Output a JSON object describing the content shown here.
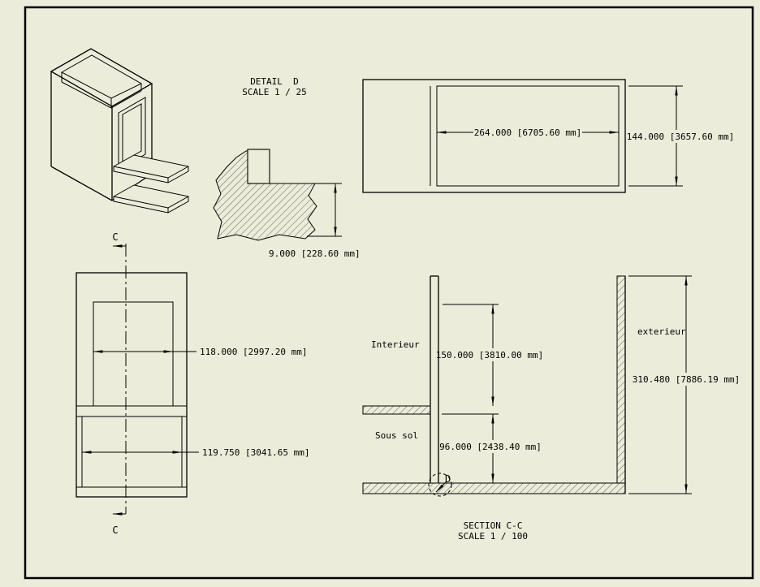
{
  "colors": {
    "background": "#ECECDA",
    "line": "#000000"
  },
  "detail_view": {
    "title": "DETAIL  D",
    "scale_label": "SCALE 1 / 25",
    "dim_slab_thickness": "9.000 [228.60 mm]"
  },
  "plan_view": {
    "dim_inner_width": "264.000 [6705.60 mm]",
    "dim_inner_height": "144.000 [3657.60 mm]"
  },
  "elevation_view": {
    "section_marker": "C",
    "dim_opening_width": "118.000 [2997.20 mm]",
    "dim_lower_width": "119.750 [3041.65 mm]"
  },
  "section_view": {
    "title": "SECTION C-C",
    "scale_label": "SCALE 1 / 100",
    "label_interior": "Interieur",
    "label_exterior": "exterieur",
    "label_basement": "Sous sol",
    "dim_upper_height": "150.000 [3810.00 mm]",
    "dim_lower_height": "96.000 [2438.40 mm]",
    "dim_total_height": "310.480 [7886.19 mm]",
    "detail_callout_label": "D"
  }
}
